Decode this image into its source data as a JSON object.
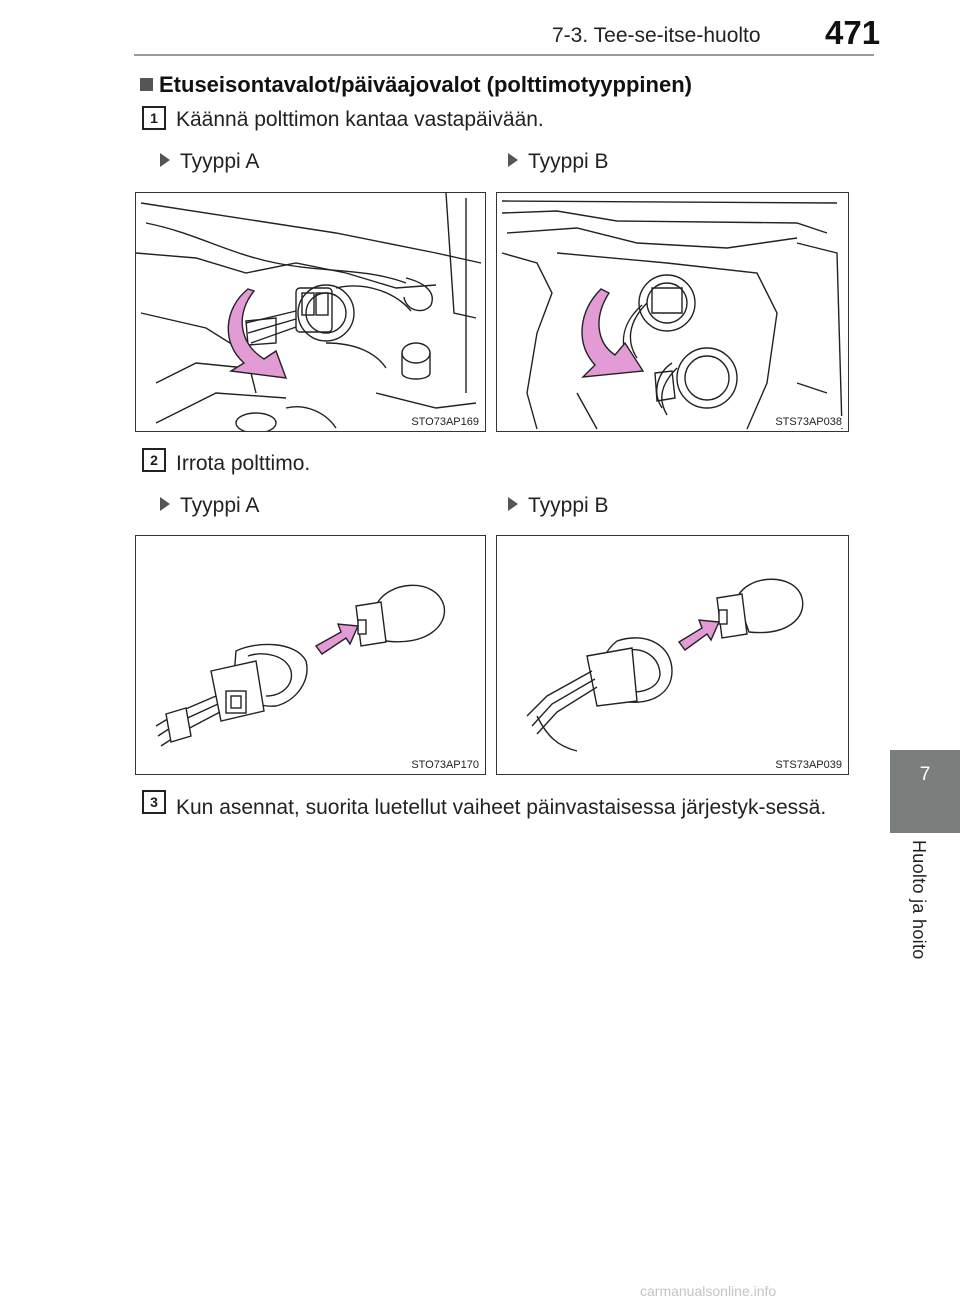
{
  "header": {
    "section": "7-3. Tee-se-itse-huolto",
    "page_number": "471"
  },
  "side_tab": {
    "number": "7",
    "label": "Huolto ja hoito"
  },
  "section": {
    "title": "Etuseisontavalot/päiväajovalot (polttimotyyppinen)"
  },
  "steps": [
    {
      "num": "1",
      "text": "Käännä polttimon kantaa vastapäivään."
    },
    {
      "num": "2",
      "text": "Irrota polttimo."
    },
    {
      "num": "3",
      "text": "Kun asennat, suorita luetellut vaiheet päinvastaisessa järjestyk-sessä."
    }
  ],
  "type_labels": {
    "a": "Tyyppi A",
    "b": "Tyyppi B"
  },
  "figures": {
    "fig1a": "STO73AP169",
    "fig1b": "STS73AP038",
    "fig2a": "STO73AP170",
    "fig2b": "STS73AP039"
  },
  "footer": {
    "watermark": "carmanualsonline.info"
  },
  "colors": {
    "arrow": "#e39bd6",
    "tab": "#7a7f7e"
  }
}
